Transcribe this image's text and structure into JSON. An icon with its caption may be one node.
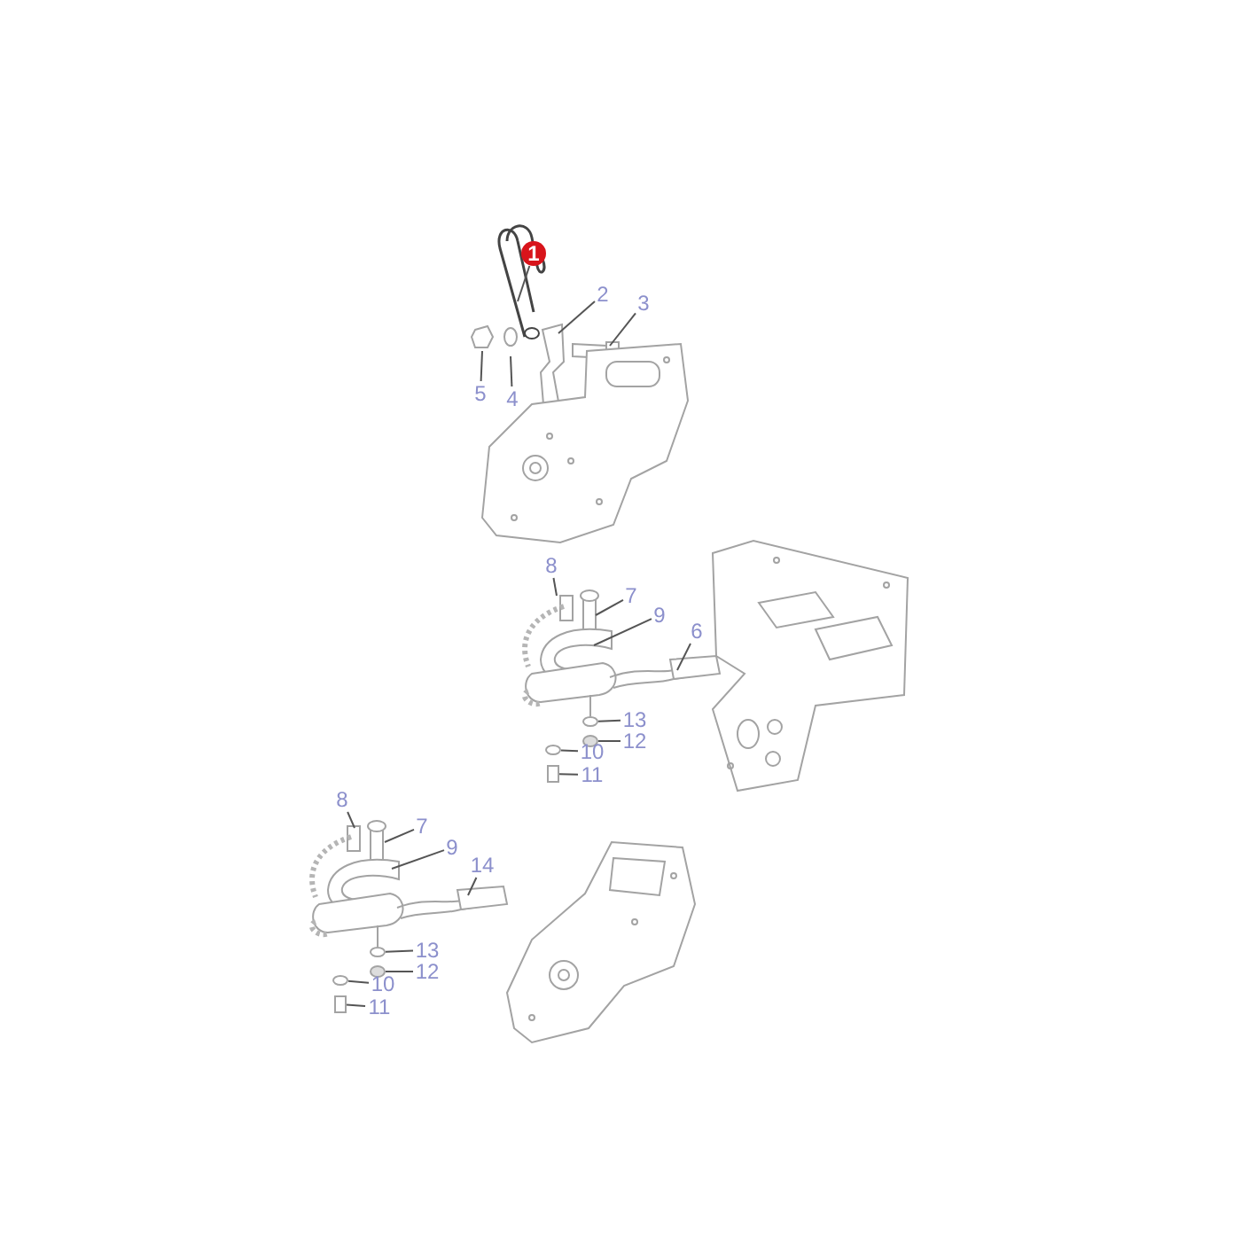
{
  "diagram": {
    "nodes": [
      {
        "text": [
          "1"
        ]
      },
      {
        "text": [
          "2"
        ]
      },
      {
        "text": [
          "3"
        ]
      },
      {
        "text": [
          "5"
        ]
      },
      {
        "text": [
          "4"
        ]
      },
      {
        "text": [
          "8"
        ]
      },
      {
        "text": [
          "7"
        ]
      },
      {
        "text": [
          "9"
        ]
      },
      {
        "text": [
          "6"
        ]
      },
      {
        "text": [
          "13"
        ]
      },
      {
        "text": [
          "12"
        ]
      },
      {
        "text": [
          "10"
        ]
      },
      {
        "text": [
          "11"
        ]
      },
      {
        "text": [
          "8"
        ]
      },
      {
        "text": [
          "7"
        ]
      },
      {
        "text": [
          "9"
        ]
      },
      {
        "text": [
          "14"
        ]
      },
      {
        "text": [
          "13"
        ]
      },
      {
        "text": [
          "12"
        ]
      },
      {
        "text": [
          "10"
        ]
      },
      {
        "text": [
          "11"
        ]
      },
      {
        "text": [],
        "shape": "circle"
      },
      {
        "text": [],
        "shape": "circle"
      },
      {
        "text": [],
        "shape": "circle"
      },
      {
        "text": [],
        "shape": "box"
      },
      {
        "text": [],
        "shape": "circle"
      },
      {
        "text": [],
        "shape": "circle"
      },
      {
        "text": [],
        "shape": "circle"
      },
      {
        "text": [],
        "shape": "box"
      }
    ],
    "edges": [
      {
        "from": 0,
        "to": null,
        "arrow": "none"
      },
      {
        "from": 1,
        "to": null,
        "arrow": "none"
      },
      {
        "from": 2,
        "to": null,
        "arrow": "none"
      },
      {
        "from": 3,
        "to": null,
        "arrow": "none"
      },
      {
        "from": 4,
        "to": null,
        "arrow": "none"
      },
      {
        "from": 5,
        "to": null,
        "arrow": "none"
      },
      {
        "from": 6,
        "to": null,
        "arrow": "none"
      },
      {
        "from": 7,
        "to": null,
        "arrow": "none"
      },
      {
        "from": 8,
        "to": null,
        "arrow": "none"
      },
      {
        "from": 9,
        "to": 21,
        "arrow": "none"
      },
      {
        "from": 10,
        "to": 22,
        "arrow": "none"
      },
      {
        "from": 11,
        "to": 23,
        "arrow": "none"
      },
      {
        "from": 12,
        "to": 24,
        "arrow": "none"
      },
      {
        "from": 13,
        "to": null,
        "arrow": "none"
      },
      {
        "from": 14,
        "to": null,
        "arrow": "none"
      },
      {
        "from": 15,
        "to": null,
        "arrow": "none"
      },
      {
        "from": 16,
        "to": null,
        "arrow": "none"
      },
      {
        "from": 17,
        "to": 25,
        "arrow": "none"
      },
      {
        "from": 18,
        "to": 26,
        "arrow": "none"
      },
      {
        "from": 19,
        "to": 27,
        "arrow": "none"
      },
      {
        "from": 20,
        "to": 28,
        "arrow": "none"
      }
    ]
  }
}
